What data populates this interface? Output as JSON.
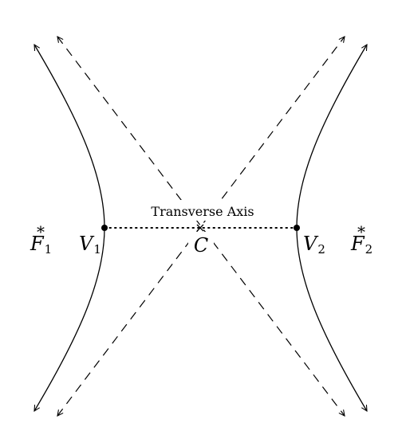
{
  "diagram": {
    "axis_label": "Transverse Axis",
    "labels": {
      "f1": {
        "base": "F",
        "sub": "1",
        "mark": "*"
      },
      "v1": {
        "base": "V",
        "sub": "1"
      },
      "c": {
        "base": "C"
      },
      "v2": {
        "base": "V",
        "sub": "2"
      },
      "f2": {
        "base": "F",
        "sub": "2",
        "mark": "*"
      }
    },
    "colors": {
      "stroke": "#000000",
      "background": "#ffffff"
    }
  }
}
